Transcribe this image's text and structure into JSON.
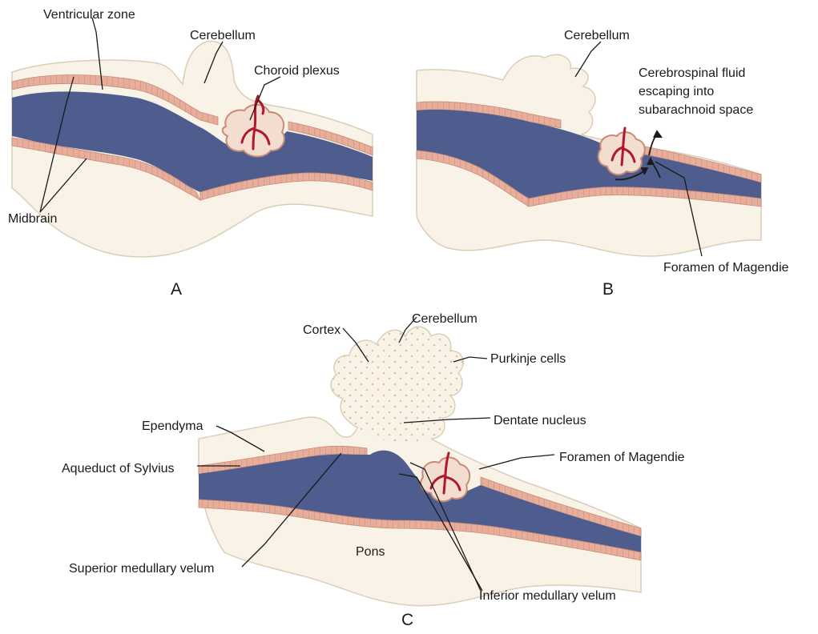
{
  "colors": {
    "tissue": "#f8f3e6",
    "tissue_outline": "#d9cfb9",
    "ventricle": "#4e5d8e",
    "ventricle_light": "#8a94b8",
    "ependyma": "#e6ae9b",
    "ependyma_line": "#c98a76",
    "vessel": "#b0182c",
    "text": "#1a1a1a"
  },
  "panels": {
    "a": {
      "letter": "A",
      "labels": {
        "ventricular_zone": "Ventricular zone",
        "cerebellum": "Cerebellum",
        "choroid_plexus": "Choroid plexus",
        "midbrain": "Midbrain"
      }
    },
    "b": {
      "letter": "B",
      "labels": {
        "cerebellum": "Cerebellum",
        "csf_line1": "Cerebrospinal fluid",
        "csf_line2": "escaping into",
        "csf_line3": "subarachnoid space",
        "foramen": "Foramen of Magendie"
      }
    },
    "c": {
      "letter": "C",
      "labels": {
        "cortex": "Cortex",
        "cerebellum": "Cerebellum",
        "purkinje": "Purkinje cells",
        "ependyma": "Ependyma",
        "dentate": "Dentate nucleus",
        "aqueduct": "Aqueduct of Sylvius",
        "foramen": "Foramen of Magendie",
        "pons": "Pons",
        "superior_velum": "Superior medullary velum",
        "inferior_velum": "Inferior medullary velum"
      }
    }
  }
}
